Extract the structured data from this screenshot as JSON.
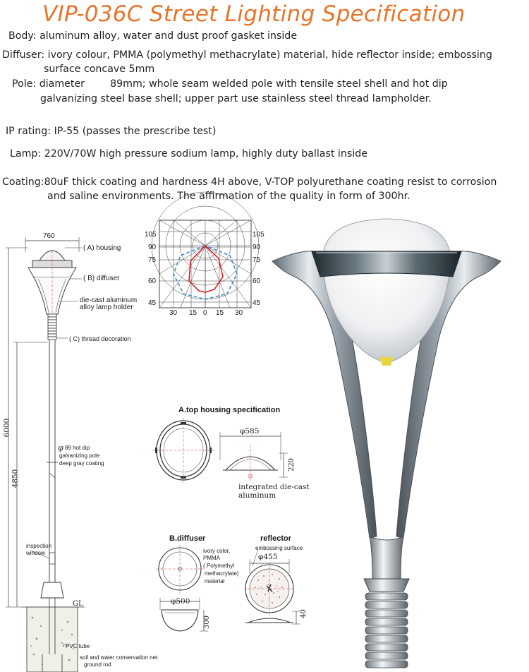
{
  "title": "VIP-036C Street Lighting Specification",
  "specs": {
    "body": {
      "label": "Body:",
      "text": "aluminum alloy, water and dust proof gasket inside"
    },
    "diffuser": {
      "label": "Diffuser:",
      "text": "ivory colour, PMMA (polymethyl methacrylate) material, hide reflector inside; embossing",
      "text2": "surface concave 5mm"
    },
    "pole": {
      "label": "Pole:",
      "text": "diameter        89mm; whole seam welded pole with tensile steel shell and hot dip",
      "text2": "galvanizing steel base shell; upper part use stainless steel thread lampholder."
    },
    "ip": {
      "label": "IP rating:",
      "text": "IP-55 (passes the prescribe test)"
    },
    "lamp": {
      "label": "Lamp:",
      "text": "220V/70W high pressure sodium lamp, highly duty ballast inside"
    },
    "coating": {
      "label": "Coating:",
      "text": "80uF thick coating and hardness 4H above, V-TOP polyurethane coating resist to corrosion",
      "text2": "and saline environments.  The affirmation of the quality in form of 300hr."
    }
  },
  "pole_drawing": {
    "dim_top": "760",
    "housing": "( A)  housing",
    "diffuser": "( B)  diffuser",
    "holder_1": "die-cast aluminum",
    "holder_2": "alloy lamp holder",
    "thread": "( C)  thread decoration",
    "dim_6000": "6000",
    "dim_4850": "4850",
    "phi": "φ",
    "pole_note_1": "89 hot dip",
    "pole_note_2": "galvanizing pole",
    "pole_note_3": "deep gray coating",
    "inspection_1": "inspection",
    "inspection_2": "window",
    "gl": "GL",
    "pvc": "PVC tube",
    "net": "soil and water conservation net",
    "rod": "ground rod"
  },
  "polar": {
    "left_labels": [
      "105",
      "90",
      "75",
      "60",
      "45"
    ],
    "right_labels": [
      "105",
      "90",
      "75",
      "60",
      "45"
    ],
    "bottom_labels": [
      "30",
      "15",
      "0",
      "15",
      "30"
    ]
  },
  "housing_spec": {
    "heading": "A.top housing specification",
    "dia": "φ585",
    "height": "220",
    "note_1": "integrated die-cast",
    "note_2": "aluminum"
  },
  "diffuser_spec": {
    "heading": "B.diffuser",
    "note_1": "ivory color,",
    "note_2": "PMMA",
    "note_3": "( Polymethyl",
    "note_4": "methacrylate)",
    "note_5": "material",
    "dia": "φ500",
    "height": "300"
  },
  "reflector_spec": {
    "heading": "reflector",
    "note": "embossing surface",
    "dia": "φ455",
    "height": "40"
  },
  "colors": {
    "title": "#e8742a",
    "polar_red": "#e02020",
    "polar_blue": "#3a8fd0"
  }
}
